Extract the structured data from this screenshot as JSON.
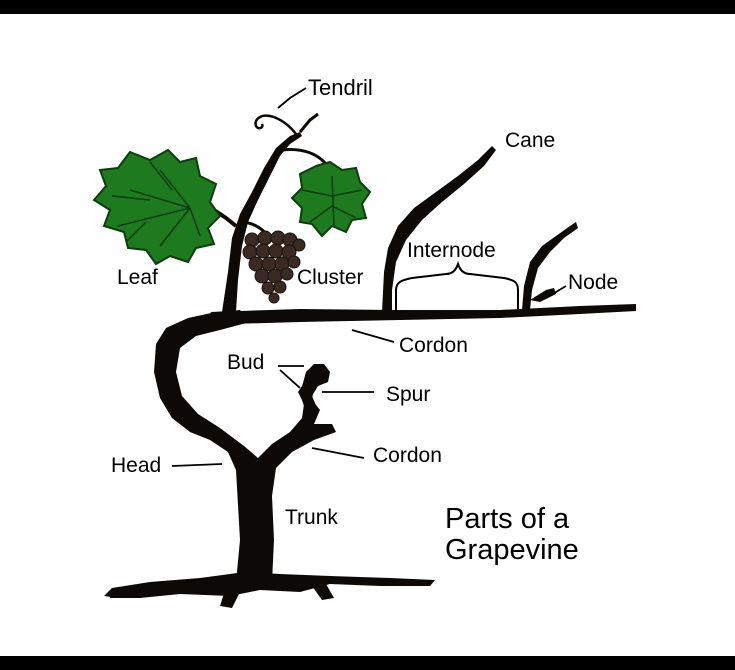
{
  "labels": {
    "tendril": "Tendril",
    "cane": "Cane",
    "internode": "Internode",
    "leaf": "Leaf",
    "cluster": "Cluster",
    "node": "Node",
    "cordon_upper": "Cordon",
    "bud": "Bud",
    "spur": "Spur",
    "head": "Head",
    "cordon_lower": "Cordon",
    "trunk": "Trunk"
  },
  "title": {
    "line1": "Parts of a",
    "line2": "Grapevine"
  },
  "colors": {
    "vine": "#0d0906",
    "leaf": "#1e7a1e",
    "leaf_vein": "#0c3d0c",
    "grape": "#3a2a22",
    "background": "#ffffff",
    "border": "#000000"
  }
}
